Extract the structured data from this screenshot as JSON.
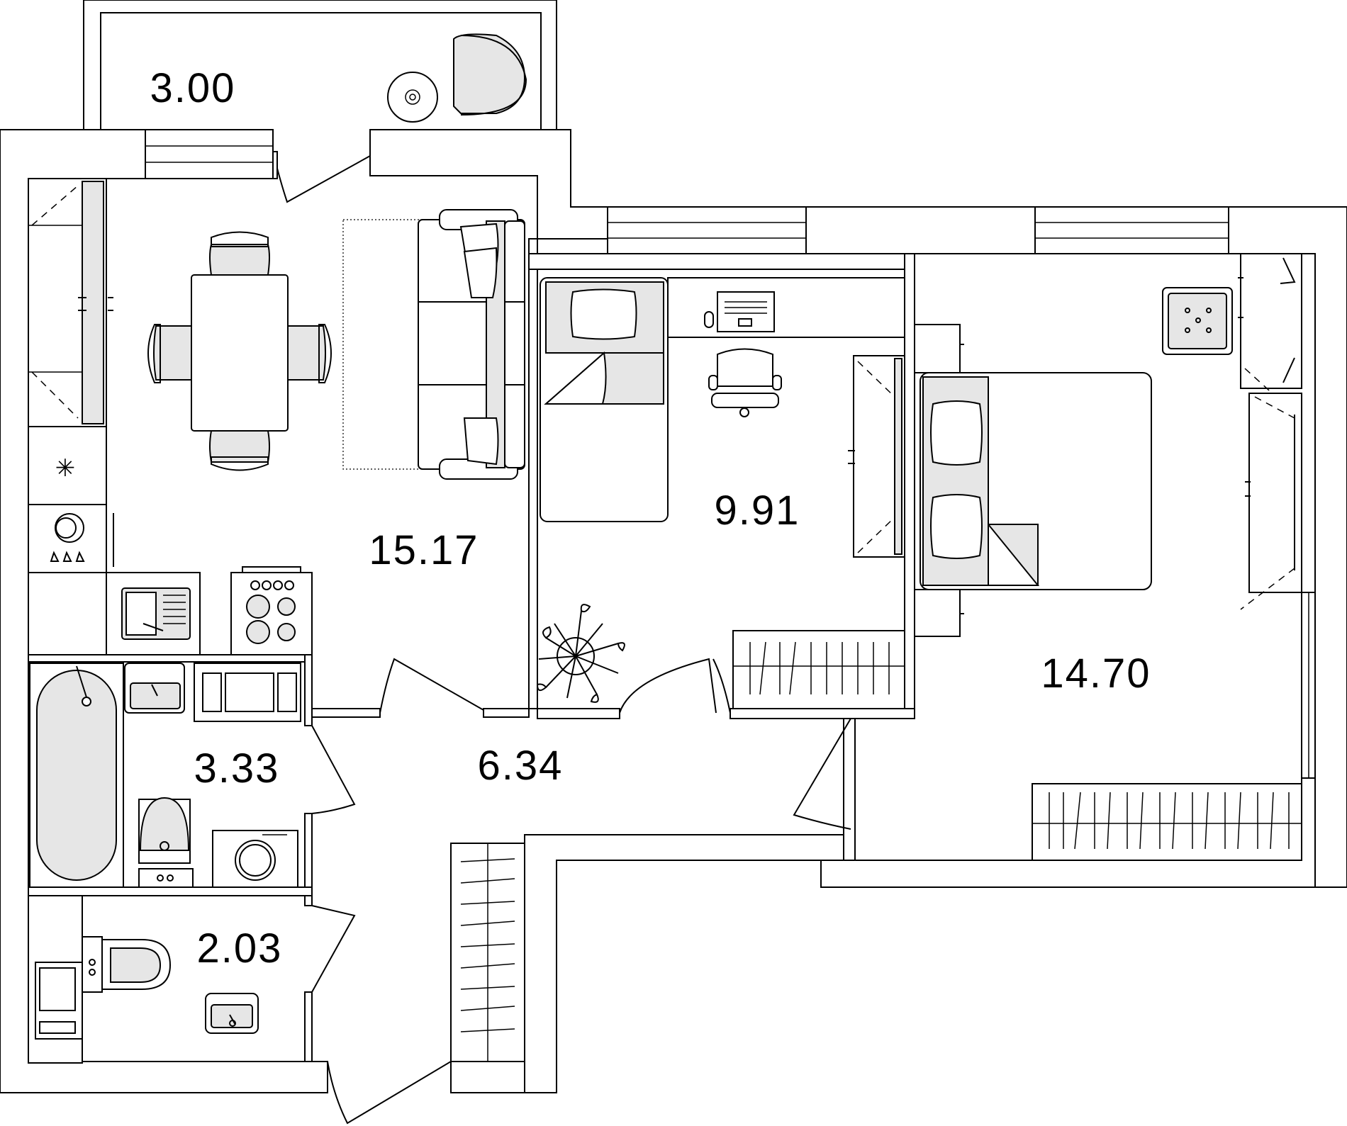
{
  "colors": {
    "wall": "#000000",
    "background": "#ffffff",
    "furniture_fill": "#e6e6e6"
  },
  "rooms": [
    {
      "id": "balcony",
      "area": "3.00"
    },
    {
      "id": "living-kitchen",
      "area": "15.17"
    },
    {
      "id": "bedroom-small",
      "area": "9.91"
    },
    {
      "id": "bedroom-large",
      "area": "14.70"
    },
    {
      "id": "hallway",
      "area": "6.34"
    },
    {
      "id": "bathroom",
      "area": "3.33"
    },
    {
      "id": "wc",
      "area": "2.03"
    }
  ]
}
